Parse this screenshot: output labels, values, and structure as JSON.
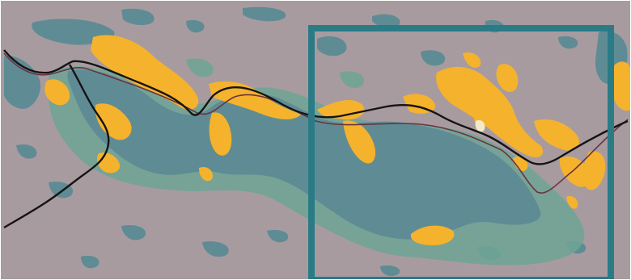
{
  "map": {
    "colors": {
      "land": "#a89ba0",
      "lake": "#5f8c94",
      "deep_water": "#4f7f8a",
      "buffer": "#6fa595",
      "urban": "#f5b22c",
      "urban_highlight": "#f4e9c8",
      "railway": "#6b3340",
      "road": "#141414",
      "selection_frame": "#2a7b86",
      "border": "#ffffff"
    },
    "layers": [
      "land",
      "lakes",
      "shore-buffer",
      "urban-areas",
      "railway",
      "highway",
      "selection-frame"
    ],
    "selection": {
      "visible": true
    }
  }
}
